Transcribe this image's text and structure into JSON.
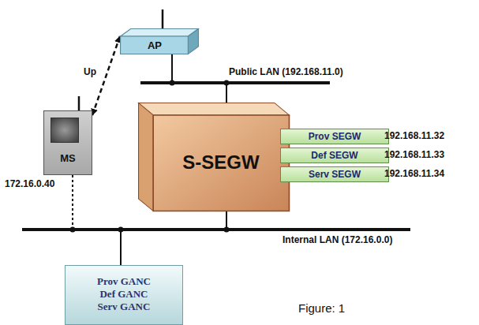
{
  "diagram": {
    "caption": "Figure: 1",
    "nodes": [
      {
        "text": [
          "AP"
        ]
      },
      {
        "text": [
          "Public LAN (192.168.11.0)"
        ]
      },
      {
        "text": [
          "MS"
        ]
      },
      {
        "text": [
          "S-SEGW"
        ]
      },
      {
        "text": [
          "Prov SEGW"
        ]
      },
      {
        "text": [
          "Def SEGW"
        ]
      },
      {
        "text": [
          "Serv SEGW"
        ]
      },
      {
        "text": [
          "Internal LAN (172.16.0.0)"
        ]
      },
      {
        "text": [
          "Prov GANC",
          "Def GANC",
          "Serv GANC"
        ]
      }
    ],
    "edges": [
      {
        "from": 0,
        "to": 1,
        "arrow": "none"
      },
      {
        "from": 2,
        "to": 0,
        "arrow": "both",
        "label": "Up"
      },
      {
        "from": 1,
        "to": 3,
        "arrow": "none"
      },
      {
        "from": 3,
        "to": 7,
        "arrow": "none"
      },
      {
        "from": 2,
        "to": 7,
        "arrow": "none"
      },
      {
        "from": 7,
        "to": 8,
        "arrow": "none"
      }
    ],
    "labels": [
      "192.168.11.32",
      "192.168.11.33",
      "192.168.11.34",
      "172.16.0.40"
    ]
  }
}
